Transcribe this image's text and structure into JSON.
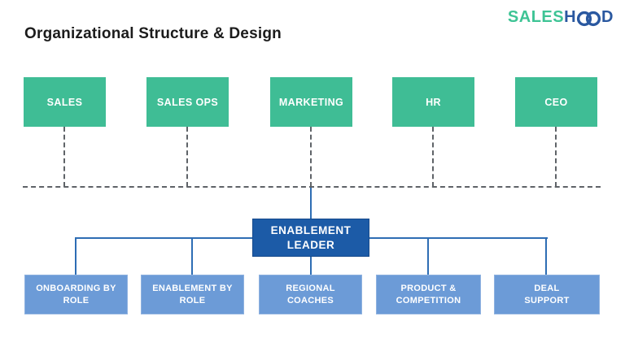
{
  "page": {
    "title": "Organizational Structure & Design"
  },
  "logo": {
    "text_green": "SALES",
    "text_navy_h": "H",
    "text_navy_d": "D",
    "full_name": "SALESHOOD"
  },
  "colors": {
    "green": "#3FBD95",
    "leader_blue": "#1C5BA7",
    "child_blue": "#6C9BD7",
    "connector_blue": "#2E6DB4",
    "dash_gray": "#5F6368",
    "logo_green": "#3EC495",
    "logo_navy": "#2A58A0",
    "title_text": "#1B1B1B"
  },
  "top_row": {
    "items": [
      {
        "label": "SALES"
      },
      {
        "label": "SALES OPS"
      },
      {
        "label": "MARKETING"
      },
      {
        "label": "HR"
      },
      {
        "label": "CEO"
      }
    ]
  },
  "leader": {
    "line1": "ENABLEMENT",
    "line2": "LEADER"
  },
  "bottom_row": {
    "items": [
      {
        "line1": "ONBOARDING BY",
        "line2": "ROLE"
      },
      {
        "line1": "ENABLEMENT BY",
        "line2": "ROLE"
      },
      {
        "line1": "REGIONAL",
        "line2": "COACHES"
      },
      {
        "line1": "PRODUCT &",
        "line2": "COMPETITION"
      },
      {
        "line1": "DEAL",
        "line2": "SUPPORT"
      }
    ]
  }
}
